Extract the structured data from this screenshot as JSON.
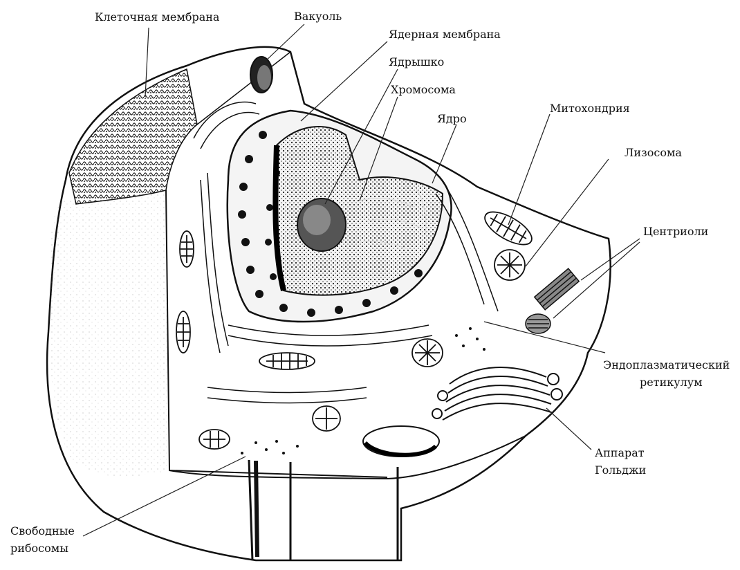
{
  "diagram": {
    "labels": {
      "cell_membrane": "Клеточная мембрана",
      "vacuole": "Вакуоль",
      "nuclear_membrane": "Ядерная мембрана",
      "nucleolus": "Ядрышко",
      "chromosome": "Хромосома",
      "nucleus": "Ядро",
      "mitochondrion": "Митохондрия",
      "lysosome": "Лизосома",
      "centrioles": "Центриоли",
      "er_line1": "Эндоплазматический",
      "er_line2": "ретикулум",
      "golgi_line1": "Аппарат",
      "golgi_line2": "Гольджи",
      "ribosomes_line1": "Свободные",
      "ribosomes_line2": "рибосомы"
    }
  }
}
